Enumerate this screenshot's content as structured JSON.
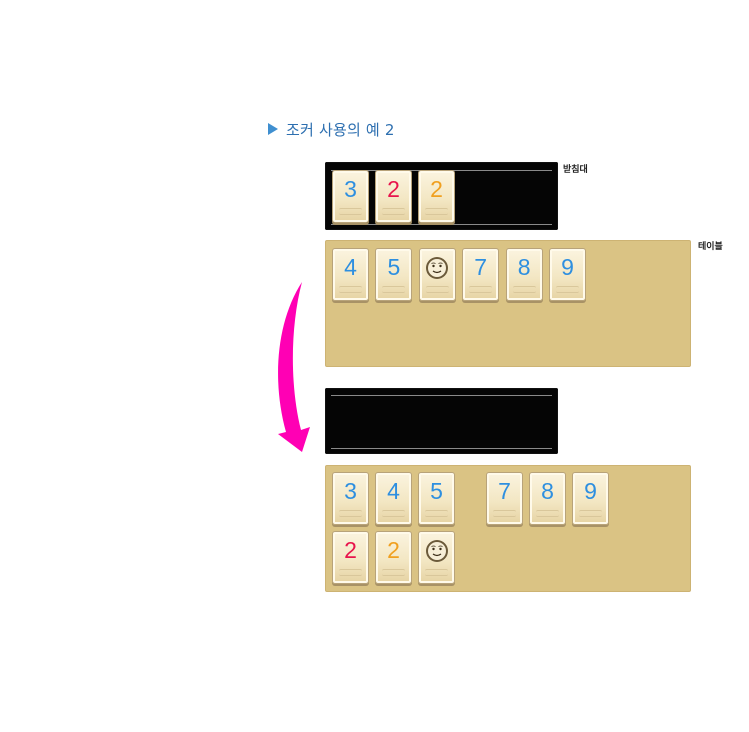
{
  "heading": {
    "text": "조커 사용의 예 2",
    "accent": "#3f8fd0"
  },
  "labels": {
    "rack": "받침대",
    "table": "테이블"
  },
  "colors": {
    "blue": "#2e8fe0",
    "red": "#e8144c",
    "orange": "#f0a020",
    "rack": "#050505",
    "table": "#dac384",
    "arrow": "#ff00b4"
  },
  "before": {
    "rack": [
      {
        "value": "3",
        "color": "blue"
      },
      {
        "value": "2",
        "color": "red"
      },
      {
        "value": "2",
        "color": "orange"
      }
    ],
    "table": [
      {
        "value": "4",
        "color": "blue"
      },
      {
        "value": "5",
        "color": "blue"
      },
      {
        "joker": true,
        "icon": "joker-face-icon"
      },
      {
        "value": "7",
        "color": "blue"
      },
      {
        "value": "8",
        "color": "blue"
      },
      {
        "value": "9",
        "color": "blue"
      }
    ]
  },
  "after": {
    "rack": [],
    "table_row1_group1": [
      {
        "value": "3",
        "color": "blue"
      },
      {
        "value": "4",
        "color": "blue"
      },
      {
        "value": "5",
        "color": "blue"
      }
    ],
    "table_row1_group2": [
      {
        "value": "7",
        "color": "blue"
      },
      {
        "value": "8",
        "color": "blue"
      },
      {
        "value": "9",
        "color": "blue"
      }
    ],
    "table_row2": [
      {
        "value": "2",
        "color": "red"
      },
      {
        "value": "2",
        "color": "orange"
      },
      {
        "joker": true,
        "icon": "joker-face-icon"
      }
    ]
  }
}
